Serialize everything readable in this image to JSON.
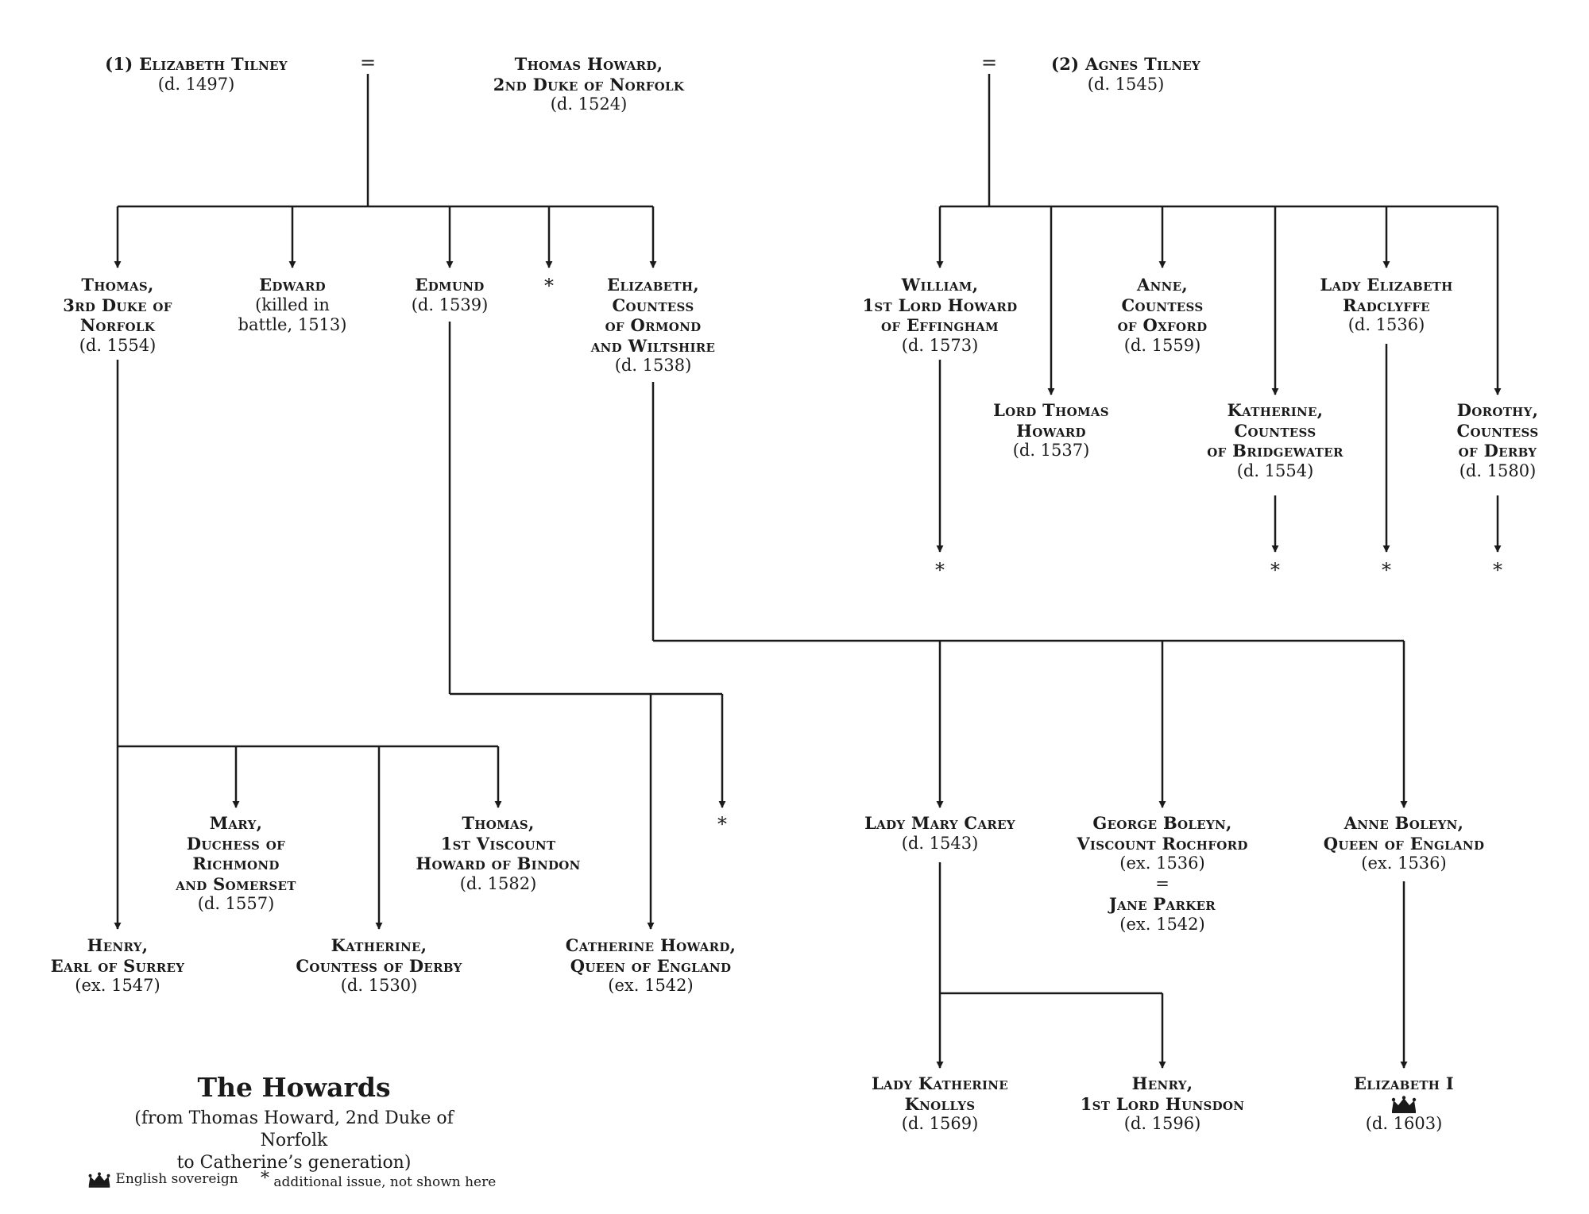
{
  "title": "The Howards",
  "subtitle_lines": [
    "(from Thomas Howard, 2nd Duke of Norfolk",
    "to Catherine’s generation)"
  ],
  "legend": {
    "sovereign": "English sovereign",
    "issue_mark": "*",
    "issue": "additional issue, not shown here"
  },
  "marriage_mark": "=",
  "issue_mark": "*",
  "people": {
    "elizabeth_tilney": {
      "name": [
        "(1) Elizabeth Tilney"
      ],
      "dates": [
        "(d. 1497)"
      ]
    },
    "thomas_2nd": {
      "name": [
        "Thomas Howard,",
        "2nd Duke of Norfolk"
      ],
      "dates": [
        "(d. 1524)"
      ]
    },
    "agnes_tilney": {
      "name": [
        "(2) Agnes Tilney"
      ],
      "dates": [
        "(d. 1545)"
      ]
    },
    "thomas_3rd": {
      "name": [
        "Thomas,",
        "3rd Duke of",
        "Norfolk"
      ],
      "dates": [
        "(d. 1554)"
      ]
    },
    "edward": {
      "name": [
        "Edward"
      ],
      "dates": [
        "(killed in",
        "battle, 1513)"
      ]
    },
    "edmund": {
      "name": [
        "Edmund"
      ],
      "dates": [
        "(d. 1539)"
      ]
    },
    "elizabeth_ormond": {
      "name": [
        "Elizabeth,",
        "Countess",
        "of Ormond",
        "and Wiltshire"
      ],
      "dates": [
        "(d. 1538)"
      ]
    },
    "william": {
      "name": [
        "William,",
        "1st Lord Howard",
        "of Effingham"
      ],
      "dates": [
        "(d. 1573)"
      ]
    },
    "lord_thomas": {
      "name": [
        "Lord Thomas",
        "Howard"
      ],
      "dates": [
        "(d. 1537)"
      ]
    },
    "anne_oxford": {
      "name": [
        "Anne,",
        "Countess",
        "of Oxford"
      ],
      "dates": [
        "(d. 1559)"
      ]
    },
    "katherine_bridgewater": {
      "name": [
        "Katherine,",
        "Countess",
        "of Bridgewater"
      ],
      "dates": [
        "(d. 1554)"
      ]
    },
    "elizabeth_radclyffe": {
      "name": [
        "Lady Elizabeth",
        "Radclyffe"
      ],
      "dates": [
        "(d. 1536)"
      ]
    },
    "dorothy_derby": {
      "name": [
        "Dorothy,",
        "Countess",
        "of Derby"
      ],
      "dates": [
        "(d. 1580)"
      ]
    },
    "mary_richmond": {
      "name": [
        "Mary,",
        "Duchess of",
        "Richmond",
        "and Somerset"
      ],
      "dates": [
        "(d. 1557)"
      ]
    },
    "thomas_bindon": {
      "name": [
        "Thomas,",
        "1st Viscount",
        "Howard of Bindon"
      ],
      "dates": [
        "(d. 1582)"
      ]
    },
    "henry_surrey": {
      "name": [
        "Henry,",
        "Earl of Surrey"
      ],
      "dates": [
        "(ex. 1547)"
      ]
    },
    "katherine_derby": {
      "name": [
        "Katherine,",
        "Countess of Derby"
      ],
      "dates": [
        "(d. 1530)"
      ]
    },
    "catherine_howard": {
      "name": [
        "Catherine Howard,",
        "Queen of England"
      ],
      "dates": [
        "(ex. 1542)"
      ]
    },
    "mary_carey": {
      "name": [
        "Lady Mary Carey"
      ],
      "dates": [
        "(d. 1543)"
      ]
    },
    "george_boleyn": {
      "name": [
        "George Boleyn,",
        "Viscount Rochford"
      ],
      "dates": [
        "(ex. 1536)"
      ],
      "spouse_mark": "=",
      "spouse_name": [
        "Jane Parker"
      ],
      "spouse_dates": [
        "(ex. 1542)"
      ]
    },
    "anne_boleyn": {
      "name": [
        "Anne Boleyn,",
        "Queen of England"
      ],
      "dates": [
        "(ex. 1536)"
      ]
    },
    "katherine_knollys": {
      "name": [
        "Lady Katherine",
        "Knollys"
      ],
      "dates": [
        "(d. 1569)"
      ]
    },
    "henry_hunsdon": {
      "name": [
        "Henry,",
        "1st Lord Hunsdon"
      ],
      "dates": [
        "(d. 1596)"
      ]
    },
    "elizabeth_i": {
      "name": [
        "Elizabeth I"
      ],
      "dates": [
        "(d. 1603)"
      ],
      "sovereign": true
    }
  }
}
